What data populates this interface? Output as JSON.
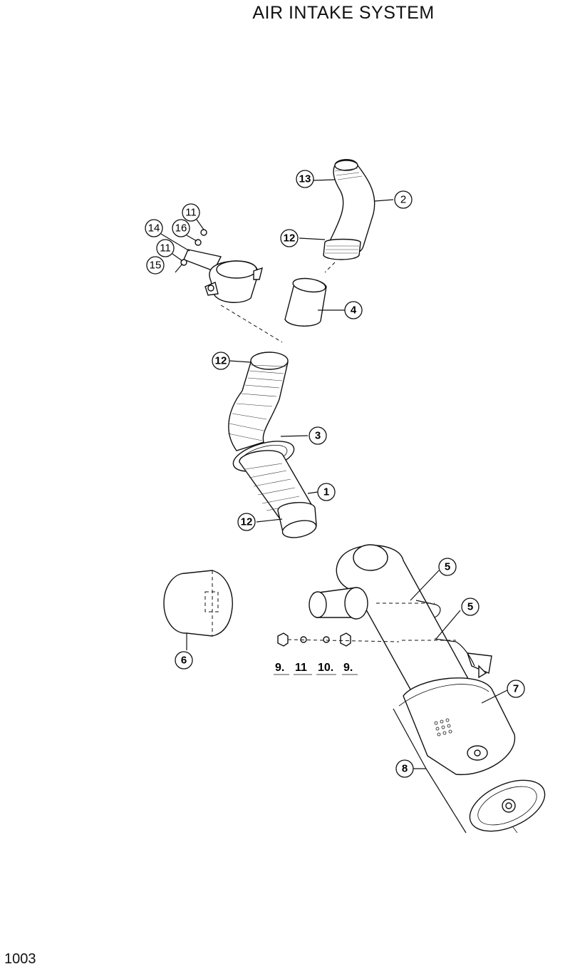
{
  "title": "AIR INTAKE SYSTEM",
  "page_number": "1003",
  "callouts": {
    "c13": "13",
    "c2": "2",
    "c11a": "11",
    "c14": "14",
    "c16": "16",
    "c12a": "12",
    "c11b": "11",
    "c15": "15",
    "c4": "4",
    "c12b": "12",
    "c3": "3",
    "c1": "1",
    "c12c": "12",
    "c5a": "5",
    "c5b": "5",
    "c6": "6",
    "c7": "7",
    "c8": "8"
  },
  "hardware_labels": {
    "h9a": "9.",
    "h11": "11",
    "h10": "10.",
    "h9b": "9."
  }
}
